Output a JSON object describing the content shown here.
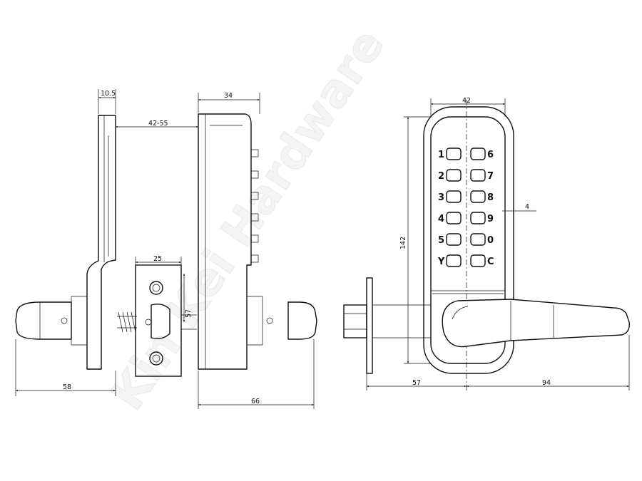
{
  "watermark": "Kin Kei Hardware",
  "side_view": {
    "dim_plate_thickness": "10.5",
    "dim_door_range": "42-55",
    "dim_body_depth": "34",
    "dim_latch_width": "25",
    "dim_backset": "57",
    "dim_lever_left": "58",
    "dim_lever_right": "66"
  },
  "front_view": {
    "dim_width": "42",
    "dim_height": "142",
    "dim_protrusion": "4",
    "dim_lever_back": "57",
    "dim_lever_length": "94",
    "keypad_left": [
      "1",
      "2",
      "3",
      "4",
      "5",
      "Y"
    ],
    "keypad_right": [
      "6",
      "7",
      "8",
      "9",
      "0",
      "C"
    ]
  }
}
